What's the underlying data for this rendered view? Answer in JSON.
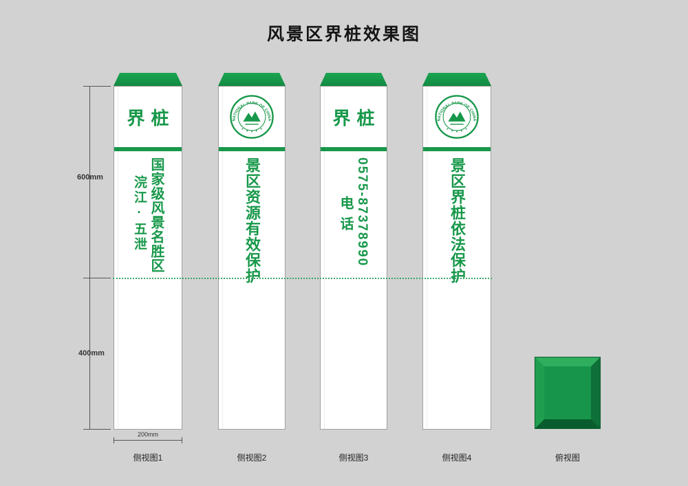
{
  "title": "风景区界桩效果图",
  "colors": {
    "green": "#17984a",
    "cap_green": "#18a04d",
    "dark_green": "#0a6230",
    "background": "#d2d2d2"
  },
  "dimensions": {
    "upper_height": "600mm",
    "lower_height": "400mm",
    "width": "200mm"
  },
  "pillars": [
    {
      "header": "界桩",
      "text_primary": "国家级风景名胜区",
      "text_secondary": "浣江·五泄",
      "caption": "侧视图1"
    },
    {
      "logo_text": "NATIONAL PARK OF CHINA",
      "text_primary": "景区资源有效保护",
      "text_secondary": "",
      "caption": "侧视图2"
    },
    {
      "header": "界桩",
      "text_primary": "0575-87378990",
      "text_secondary": "电话",
      "caption": "侧视图3"
    },
    {
      "logo_text": "NATIONAL PARK OF CHINA",
      "text_primary": "景区界桩依法保护",
      "text_secondary": "",
      "caption": "侧视图4"
    }
  ],
  "top_view": {
    "caption": "俯视图"
  }
}
